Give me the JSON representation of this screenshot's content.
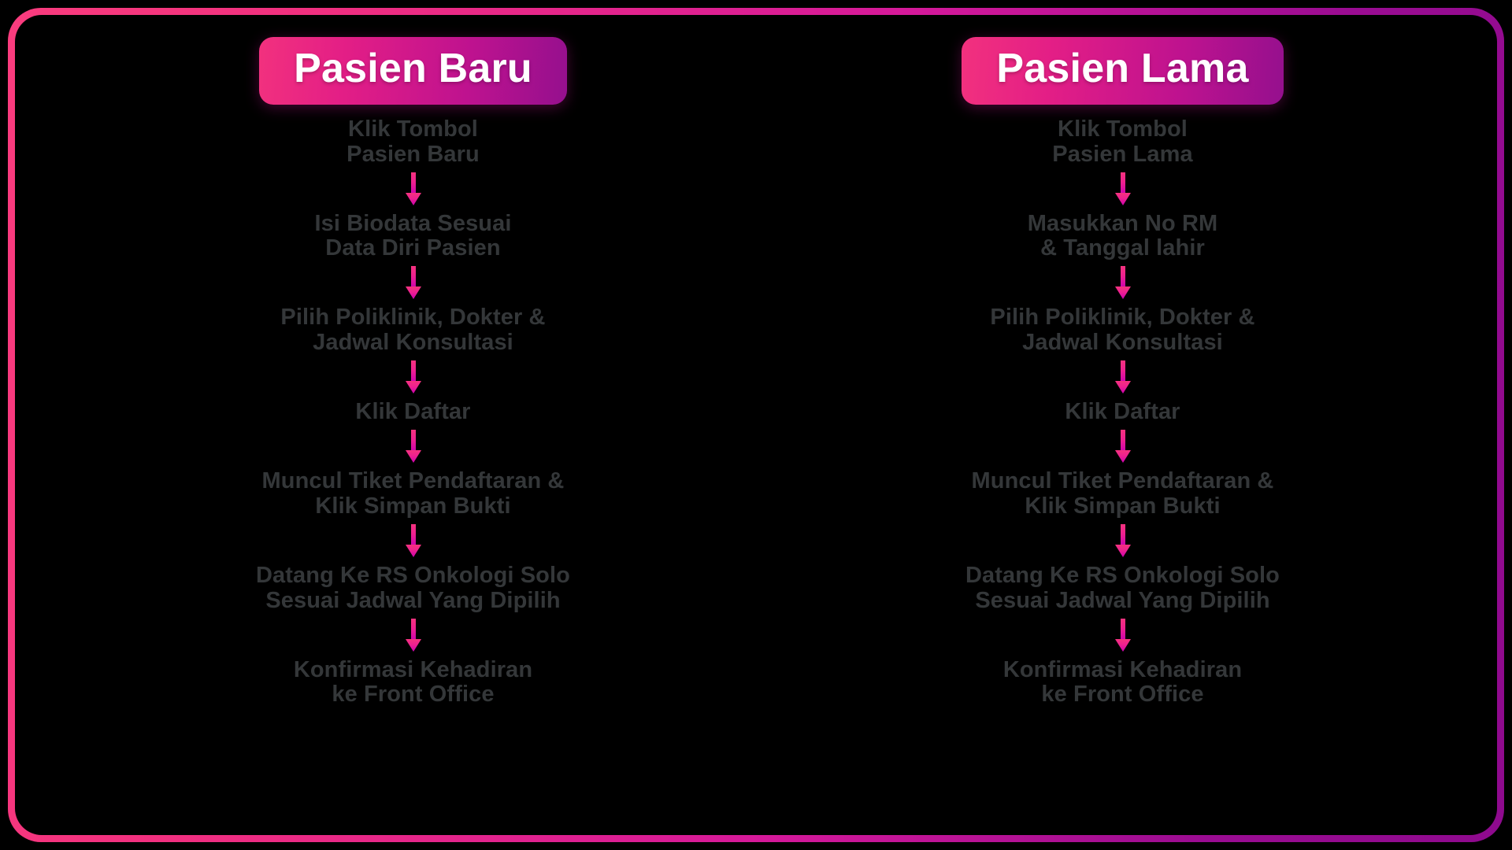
{
  "frame": {
    "border_gradient_from": "#FA3C7E",
    "border_gradient_to": "#8E0A8E",
    "background": "#000000"
  },
  "theme": {
    "badge_gradient_from": "#F2317E",
    "badge_gradient_to": "#95108E",
    "badge_text_color": "#FFFFFF",
    "step_text_color": "#343739",
    "arrow_gradient_from": "#F5337E",
    "arrow_gradient_to": "#CC00B0"
  },
  "columns": [
    {
      "id": "pasien-baru",
      "badge_label": "Pasien Baru",
      "steps": [
        "Klik Tombol\nPasien Baru",
        "Isi Biodata Sesuai\nData Diri Pasien",
        "Pilih Poliklinik, Dokter &\nJadwal Konsultasi",
        "Klik Daftar",
        "Muncul Tiket Pendaftaran &\nKlik Simpan Bukti",
        "Datang Ke RS Onkologi Solo\nSesuai Jadwal Yang Dipilih",
        "Konfirmasi Kehadiran\nke Front Office"
      ]
    },
    {
      "id": "pasien-lama",
      "badge_label": "Pasien Lama",
      "steps": [
        "Klik Tombol\nPasien Lama",
        "Masukkan No RM\n& Tanggal lahir",
        "Pilih Poliklinik, Dokter &\nJadwal Konsultasi",
        "Klik Daftar",
        "Muncul Tiket Pendaftaran &\nKlik Simpan Bukti",
        "Datang Ke RS Onkologi Solo\nSesuai Jadwal Yang Dipilih",
        "Konfirmasi Kehadiran\nke Front Office"
      ]
    }
  ],
  "icons": {
    "arrow": "arrow-down-icon"
  }
}
